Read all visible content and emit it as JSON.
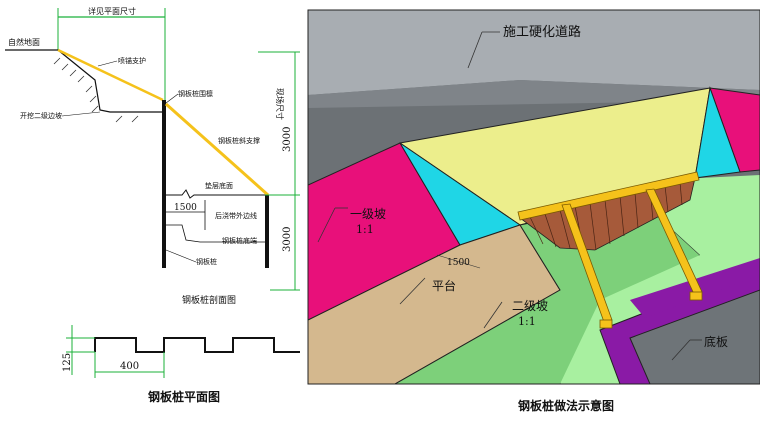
{
  "left_drawing": {
    "top_dim_label": "详见平面尺寸",
    "natural_ground": "自然地面",
    "spray_protection": "喷锚支护",
    "excavate_second_slope": "开挖二级边坡",
    "sheet_pile_cap_beam": "钢板桩围檩",
    "sheet_pile_brace": "钢板桩斜支撑",
    "embed_depth_label": "现场尺寸",
    "dim_3000_upper": "3000",
    "dim_3000_lower": "3000",
    "dim_1500": "1500",
    "cushion_bottom": "垫层底面",
    "backfill_line": "后浇带外边线",
    "pile_bottom": "钢板桩底端",
    "sheet_pile": "钢板桩",
    "section_title": "钢板桩剖面图",
    "dim_125": "125",
    "dim_400": "400",
    "plan_title": "钢板桩平面图"
  },
  "right_drawing": {
    "road": "施工硬化道路",
    "slope_1": "一级坡",
    "slope_1_ratio": "1:1",
    "dim_1500": "1500",
    "platform": "平台",
    "slope_2": "二级坡",
    "slope_2_ratio": "1:1",
    "base_plate": "底板",
    "title": "钢板桩做法示意图"
  },
  "colors": {
    "road": "#9ea3a8",
    "slope_left": "#e8107a",
    "slope_right": "#e8107a",
    "slope_corner": "#1fd6e6",
    "slope_back": "#ecee8c",
    "platform": "#d4b88e",
    "second_slope": "#7dd07a",
    "pit_green": "#a8f0a0",
    "base_purple": "#8a1aa6",
    "base_plate": "#6e7478",
    "sheet_pile": "#a65a3a",
    "brace": "#f5c21b"
  }
}
